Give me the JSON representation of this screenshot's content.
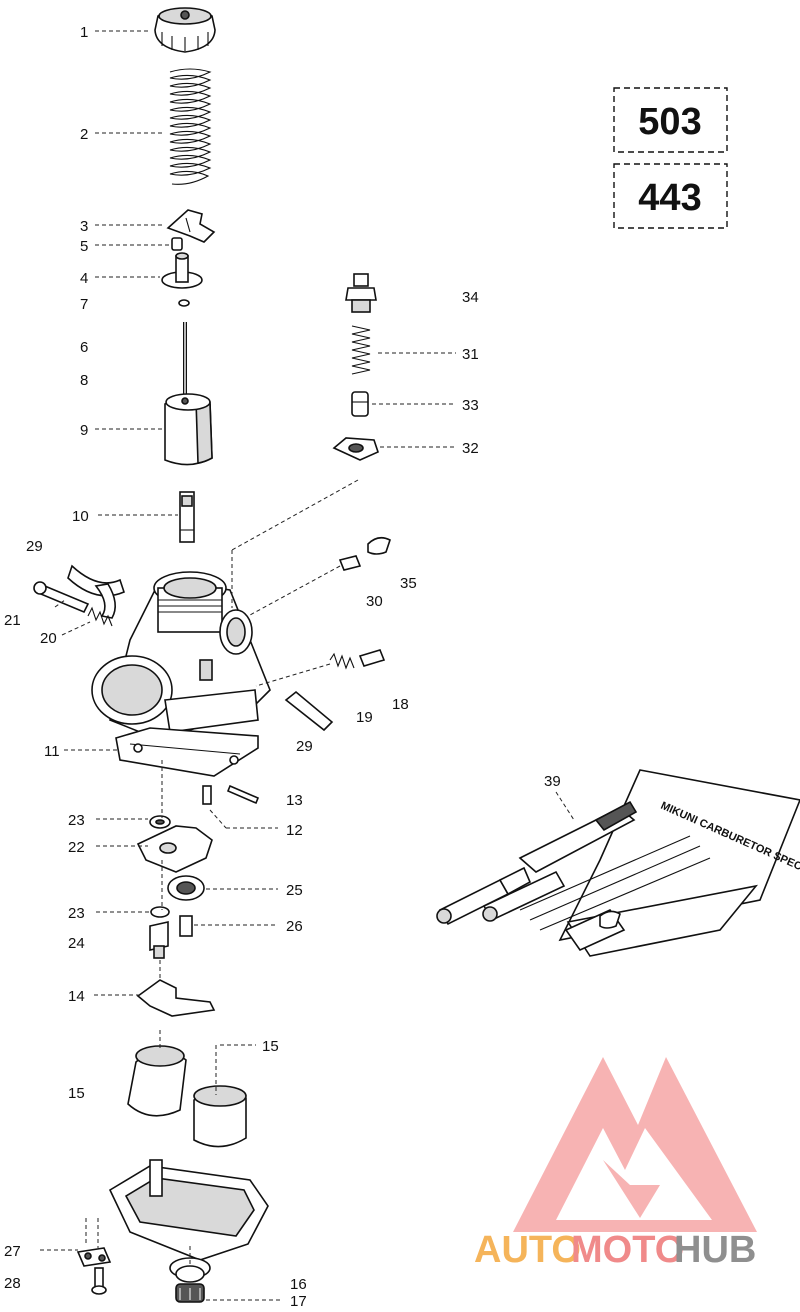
{
  "diagram": {
    "model_boxes": [
      "503",
      "443"
    ],
    "callouts": {
      "c1": "1",
      "c2": "2",
      "c3": "3",
      "c5": "5",
      "c4": "4",
      "c7": "7",
      "c6": "6",
      "c8": "8",
      "c9": "9",
      "c10": "10",
      "c34": "34",
      "c31": "31",
      "c33": "33",
      "c32": "32",
      "c29a": "29",
      "c35": "35",
      "c30": "30",
      "c21": "21",
      "c20": "20",
      "c18": "18",
      "c19": "19",
      "c29b": "29",
      "c11": "11",
      "c13": "13",
      "c12": "12",
      "c23a": "23",
      "c22": "22",
      "c25": "25",
      "c23b": "23",
      "c26": "26",
      "c24": "24",
      "c14": "14",
      "c15a": "15",
      "c15b": "15",
      "c39": "39",
      "c27": "27",
      "c28": "28",
      "c16": "16",
      "c17": "17"
    },
    "tool_kit_lettering": "MIKUNI CARBURETOR SPECIAL TOOLS"
  },
  "watermark": {
    "part1": "AUTO",
    "part2": "MOTO",
    "part3": "HUB"
  },
  "colors": {
    "watermark_orange": "#f5b45a",
    "watermark_red": "#f08a8a",
    "watermark_gray": "#8f8f8f",
    "line": "#111111"
  }
}
